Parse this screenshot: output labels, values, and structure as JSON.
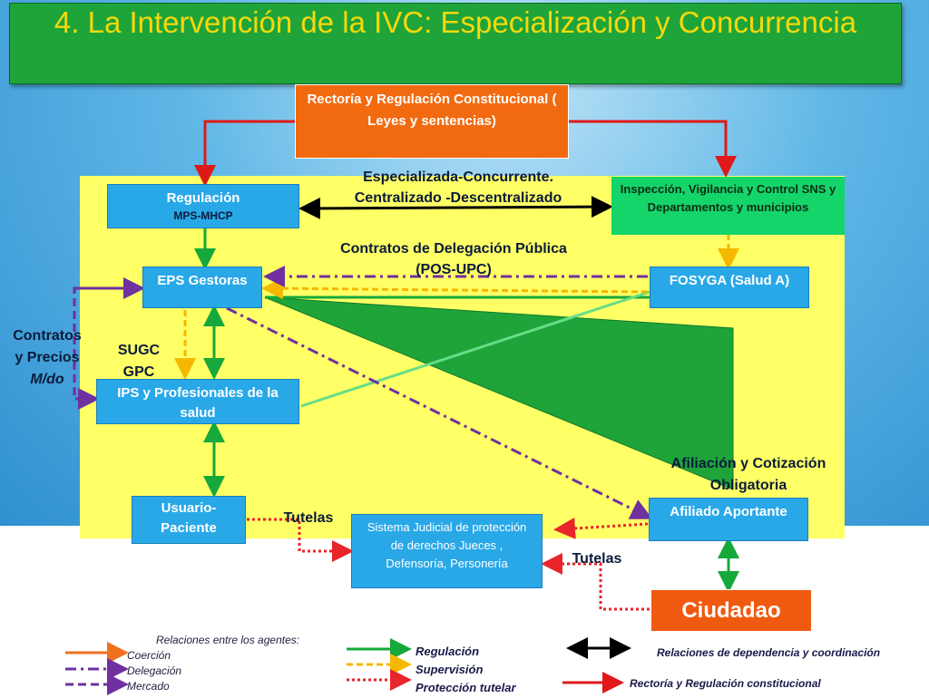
{
  "title": "4. La Intervención de la IVC: Especialización y Concurrencia",
  "boxes": {
    "rectoria": "Rectoría y Regulación Constitucional ( Leyes y sentencias)",
    "regulacion_title": "Regulación",
    "regulacion_sub": "MPS-MHCP",
    "inspeccion": "Inspección, Vigilancia y Control SNS y Departamentos y municipios",
    "eps": "EPS Gestoras",
    "fosyga": "FOSYGA (Salud A)",
    "ips": "IPS y Profesionales de la salud",
    "usuario": "Usuario-Paciente",
    "afiliado": "Afiliado Aportante",
    "sistema_judicial": "Sistema Judicial de protección de derechos Jueces , Defensoría, Personería",
    "ciudadano": "Ciudadao"
  },
  "labels": {
    "especializada": "Especializada-Concurrente.",
    "centralizado": "Centralizado -Descentralizado",
    "contratos_delegacion": "Contratos de Delegación Pública",
    "pos_upc": "(POS-UPC)",
    "contratos_precios_1": "Contratos",
    "contratos_precios_2": "y Precios",
    "contratos_precios_3": "M/do",
    "sugc": "SUGC",
    "gpc": "GPC",
    "afiliacion_1": "Afiliación y Cotización",
    "afiliacion_2": "Obligatoria",
    "tutelas_left": "Tutelas",
    "tutelas_right": "Tutelas"
  },
  "legend": {
    "heading": "Relaciones entre los agentes:",
    "coercion": "Coerción",
    "delegacion": "Delegación",
    "mercado": "Mercado",
    "regulacion": "Regulación",
    "supervision": "Supervisión",
    "proteccion": "Protección tutelar",
    "dependencia": "Relaciones de dependencia y coordinación",
    "rectoria": "Rectoría y Regulación constitucional"
  },
  "colors": {
    "title_bg": "#1fa43a",
    "title_text": "#f5d90a",
    "panel": "#ffff66",
    "blue_box": "#29a8e8",
    "orange_box": "#f26a10",
    "green_box": "#14d46a",
    "regulation_arrow": "#16a83a",
    "supervision_arrow": "#f5b800",
    "delegation_arrow": "#7030a0",
    "tutelar_arrow": "#e8252a",
    "rectoria_arrow": "#e01818",
    "coercion_arrow": "#f07020",
    "coordination_arrow": "#000000"
  }
}
